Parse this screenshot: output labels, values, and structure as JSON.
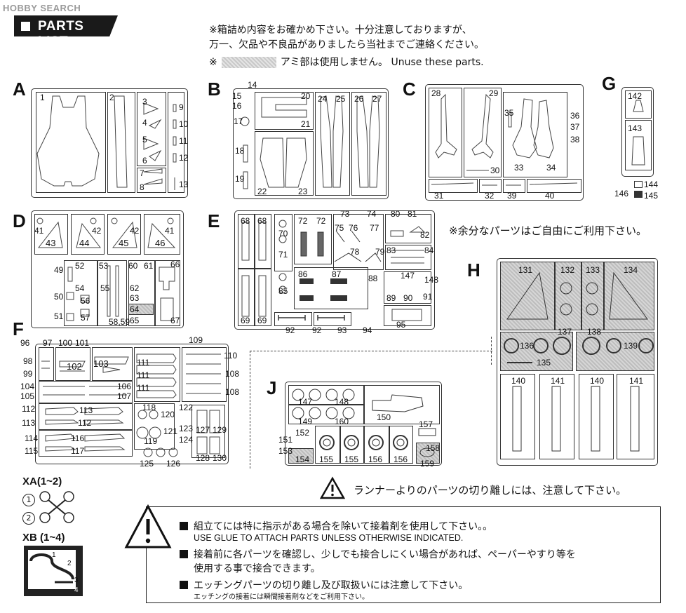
{
  "watermark": "HOBBY SEARCH",
  "header": {
    "title": "PARTS LIST",
    "line1": "※箱詰め内容をお確かめ下さい。十分注意しておりますが、",
    "line2": "万一、欠品や不良品がありましたら当社までご連絡ください。",
    "unuse_prefix": "※",
    "unuse_text": "アミ部は使用しません。 Unuse these parts."
  },
  "spare_note": "※余分なパーツはご自由にご利用下さい。",
  "runners": {
    "A": {
      "label": "A",
      "parts": [
        "1",
        "2",
        "3",
        "4",
        "5",
        "6",
        "7",
        "8",
        "9",
        "10",
        "11",
        "12",
        "13"
      ]
    },
    "B": {
      "label": "B",
      "parts": [
        "14",
        "15",
        "16",
        "17",
        "18",
        "19",
        "20",
        "21",
        "22",
        "23",
        "24",
        "25",
        "26",
        "27"
      ]
    },
    "C": {
      "label": "C",
      "parts": [
        "28",
        "29",
        "30",
        "31",
        "32",
        "33",
        "34",
        "35",
        "36",
        "37",
        "38",
        "39",
        "40"
      ]
    },
    "G": {
      "label": "G",
      "parts": [
        "142",
        "143",
        "144",
        "145",
        "146"
      ]
    },
    "D": {
      "label": "D",
      "parts": [
        "41",
        "42",
        "43",
        "44",
        "45",
        "46",
        "41",
        "42",
        "49",
        "50",
        "51",
        "52",
        "53",
        "54",
        "55",
        "56",
        "57",
        "58,59",
        "60",
        "61",
        "62",
        "63",
        "64",
        "65",
        "66",
        "67"
      ]
    },
    "E": {
      "label": "E",
      "parts": [
        "68",
        "68",
        "69",
        "69",
        "70",
        "71",
        "72",
        "72",
        "73",
        "74",
        "75",
        "76",
        "77",
        "78",
        "79",
        "80",
        "81",
        "82",
        "83",
        "84",
        "85",
        "86",
        "87",
        "88",
        "89",
        "90",
        "91",
        "92",
        "92",
        "93",
        "94",
        "95",
        "147",
        "148"
      ]
    },
    "F": {
      "label": "F",
      "parts": [
        "96",
        "97",
        "98",
        "99",
        "100",
        "101",
        "102",
        "103",
        "104",
        "105",
        "106",
        "107",
        "108",
        "108",
        "109",
        "110",
        "111",
        "111",
        "111",
        "112",
        "112",
        "113",
        "113",
        "114",
        "115",
        "116",
        "117",
        "118",
        "119",
        "120",
        "121",
        "122",
        "123",
        "124",
        "125",
        "126",
        "127",
        "128",
        "129",
        "130"
      ]
    },
    "H": {
      "label": "H",
      "parts": [
        "131",
        "132",
        "133",
        "134",
        "135",
        "136",
        "137",
        "138",
        "139",
        "140",
        "141",
        "140",
        "141"
      ]
    },
    "J": {
      "label": "J",
      "parts": [
        "147",
        "148",
        "149",
        "160",
        "150",
        "151",
        "152",
        "153",
        "154",
        "155",
        "155",
        "156",
        "156",
        "157",
        "158",
        "159"
      ]
    }
  },
  "xa": {
    "label": "XA(1~2)",
    "n1": "1",
    "n2": "2"
  },
  "xb": {
    "label": "XB (1~4)",
    "n1": "1",
    "n2": "2",
    "n3": "3",
    "n4": "4"
  },
  "caution": {
    "runner_warning": "ランナーよりのパーツの切り離しには、注意して下さい。",
    "item1_jp": "組立てには特に指示がある場合を除いて接着剤を使用して下さい。。",
    "item1_en": "USE GLUE TO ATTACH PARTS UNLESS OTHERWISE INDICATED.",
    "item2_jp_a": "接着前に各パーツを確認し、少しでも接合しにくい場合があれば、ペーパーやすり等を",
    "item2_jp_b": "使用する事で接合できます。",
    "item3_jp": "エッチングパーツの切り離し及び取扱いには注意して下さい。",
    "item3_small": "エッチングの接着には瞬間接着剤などをご利用下さい。"
  },
  "colors": {
    "line": "#333333",
    "shade": "#c8c8c8",
    "title_bg": "#1a1a1a"
  }
}
